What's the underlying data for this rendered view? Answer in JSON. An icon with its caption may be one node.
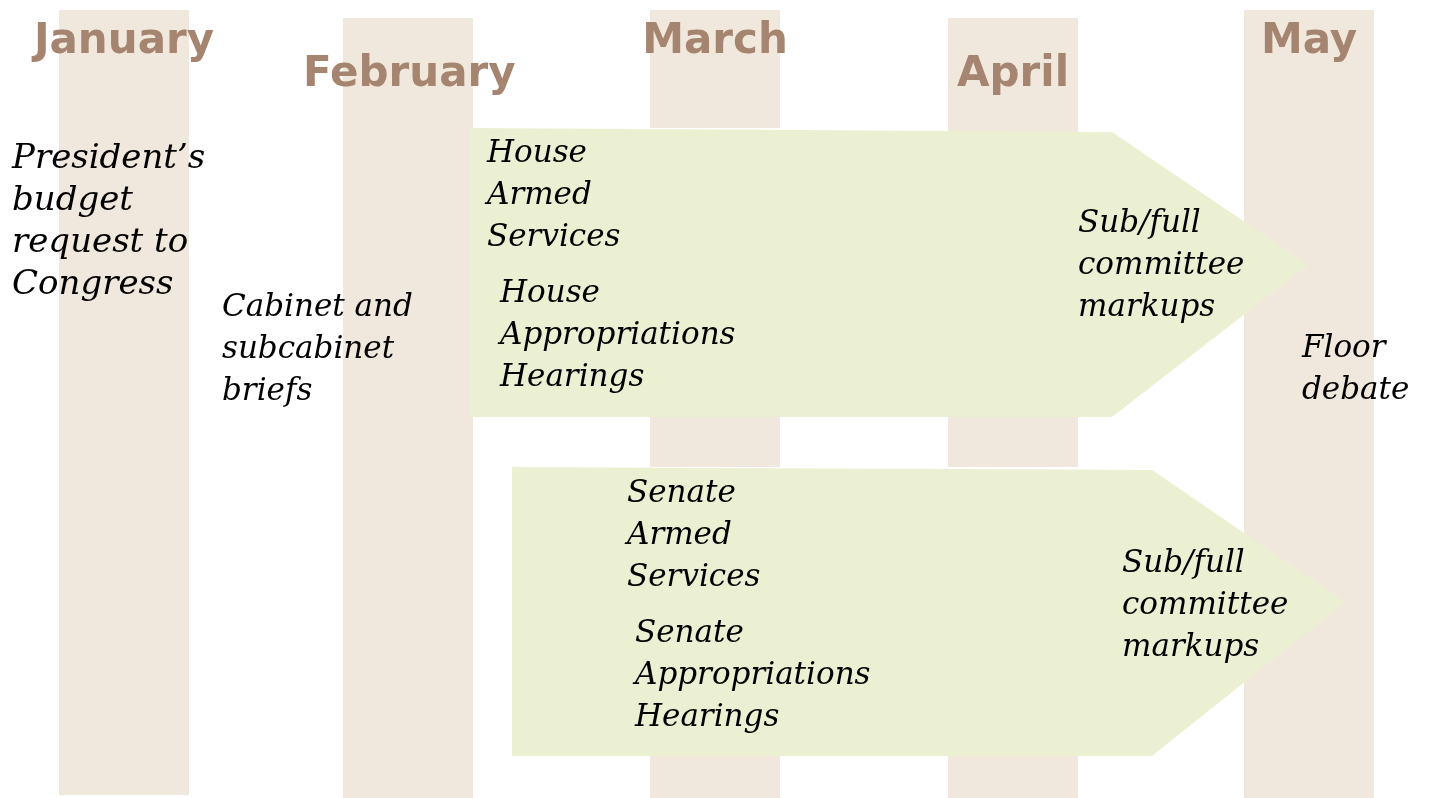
{
  "diagram": {
    "nodes": [
      {
        "text": [
          "January"
        ]
      },
      {
        "text": [
          "February"
        ]
      },
      {
        "text": [
          "March"
        ]
      },
      {
        "text": [
          "April"
        ]
      },
      {
        "text": [
          "May"
        ]
      },
      {
        "text": [
          "House Armed Services",
          "House Appropriations Hearings",
          "Sub/full committee markups"
        ]
      },
      {
        "text": [
          "Senate Armed Services",
          "Senate Appropriations Hearings",
          "Sub/full committee markups"
        ]
      },
      {
        "text": [],
        "shape": "bar"
      },
      {
        "text": [],
        "shape": "bar"
      },
      {
        "text": [],
        "shape": "bar"
      },
      {
        "text": [],
        "shape": "bar"
      }
    ],
    "edges": [],
    "labels": [
      "President’s budget request to Congress",
      "Cabinet and subcabinet briefs",
      "Floor debate"
    ]
  }
}
